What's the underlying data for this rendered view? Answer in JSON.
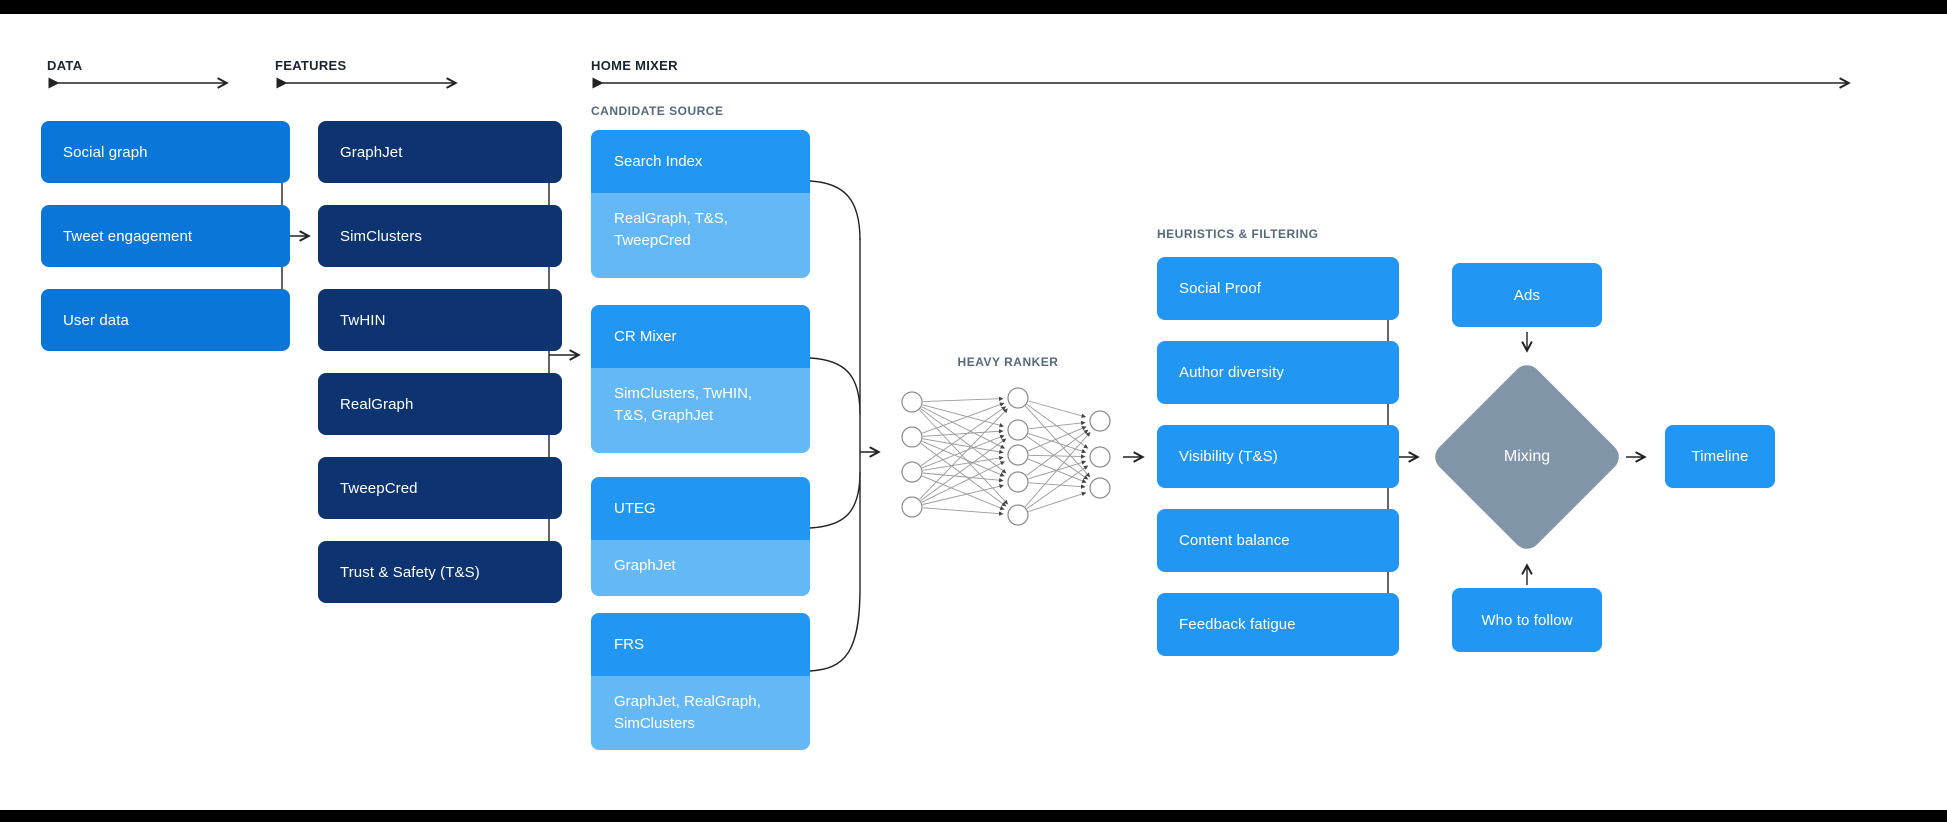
{
  "sections": {
    "data_label": "DATA",
    "features_label": "FEATURES",
    "home_mixer_label": "HOME MIXER"
  },
  "data_column": {
    "items": [
      "Social graph",
      "Tweet engagement",
      "User data"
    ]
  },
  "features_column": {
    "items": [
      "GraphJet",
      "SimClusters",
      "TwHIN",
      "RealGraph",
      "TweepCred",
      "Trust & Safety (T&S)"
    ]
  },
  "candidate_source": {
    "label": "CANDIDATE SOURCE",
    "items": [
      {
        "name": "Search Index",
        "features": "RealGraph, T&S, TweepCred"
      },
      {
        "name": "CR Mixer",
        "features": "SimClusters, TwHIN, T&S, GraphJet"
      },
      {
        "name": "UTEG",
        "features": "GraphJet"
      },
      {
        "name": "FRS",
        "features": "GraphJet, RealGraph, SimClusters"
      }
    ]
  },
  "heavy_ranker": {
    "label": "HEAVY RANKER",
    "layer_node_counts": [
      4,
      5,
      3
    ]
  },
  "heuristics": {
    "label": "HEURISTICS & FILTERING",
    "items": [
      "Social Proof",
      "Author diversity",
      "Visibility (T&S)",
      "Content balance",
      "Feedback fatigue"
    ]
  },
  "mixing": {
    "diamond_label": "Mixing",
    "top_input": "Ads",
    "bottom_input": "Who to follow",
    "output": "Timeline"
  },
  "colors": {
    "data_box": "#0b76d9",
    "features_box": "#0d3371",
    "candidate_header": "#2196f3",
    "candidate_body": "#64b8f6",
    "heuristics_box": "#2196f3",
    "diamond": "#8195a8",
    "connector_line": "#222222",
    "muted_label": "#55697e",
    "dark_label": "#1b2430",
    "frame_bar": "#000000"
  }
}
